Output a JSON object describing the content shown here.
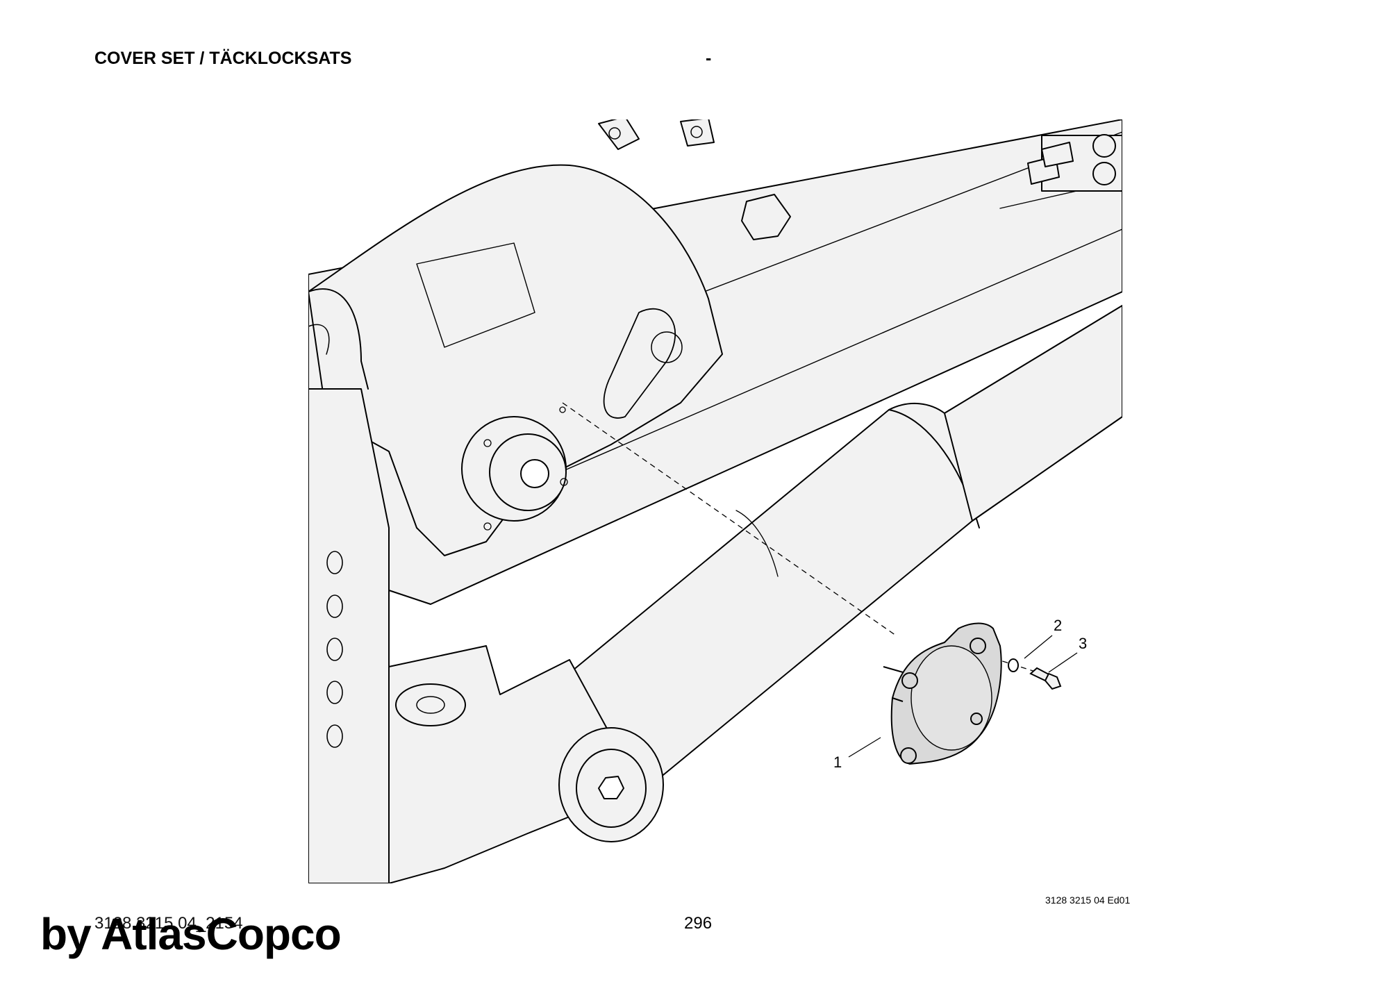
{
  "header": {
    "title": "COVER SET / TÄCKLOCKSATS",
    "separator": "-"
  },
  "drawing": {
    "callouts": [
      "1",
      "2",
      "3"
    ],
    "code": "3128 3215 04 Ed01",
    "colors": {
      "part_fill": "#f2f2f2",
      "highlight_fill": "#d9d9d9",
      "outline": "#000000"
    }
  },
  "footer": {
    "doc_number": "3128 3215 04_2154",
    "page_number": "296",
    "watermark": "by AtlasCopco"
  }
}
